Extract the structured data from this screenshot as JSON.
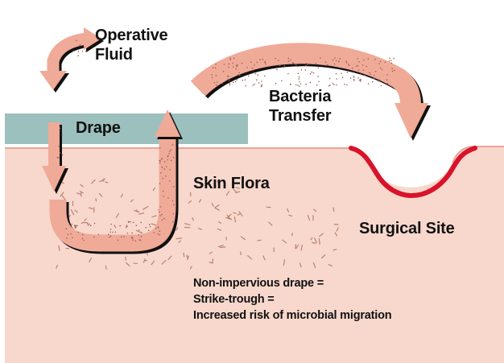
{
  "labels": {
    "operative_fluid": [
      "Operative",
      "Fluid"
    ],
    "drape": "Drape",
    "bacteria_transfer": [
      "Bacteria",
      "Transfer"
    ],
    "skin_flora": "Skin Flora",
    "surgical_site": "Surgical Site"
  },
  "note_lines": [
    "Non-impervious drape =",
    "Strike-trough =",
    "Increased risk of microbial migration"
  ],
  "colors": {
    "skin": "#f8d8cc",
    "skin_edge": "#e9a596",
    "drape": "#9cc0be",
    "arrow_fill": "#f0aa98",
    "arrow_shadow": "#111111",
    "wound": "#d8132a",
    "flora": "#b98272"
  }
}
